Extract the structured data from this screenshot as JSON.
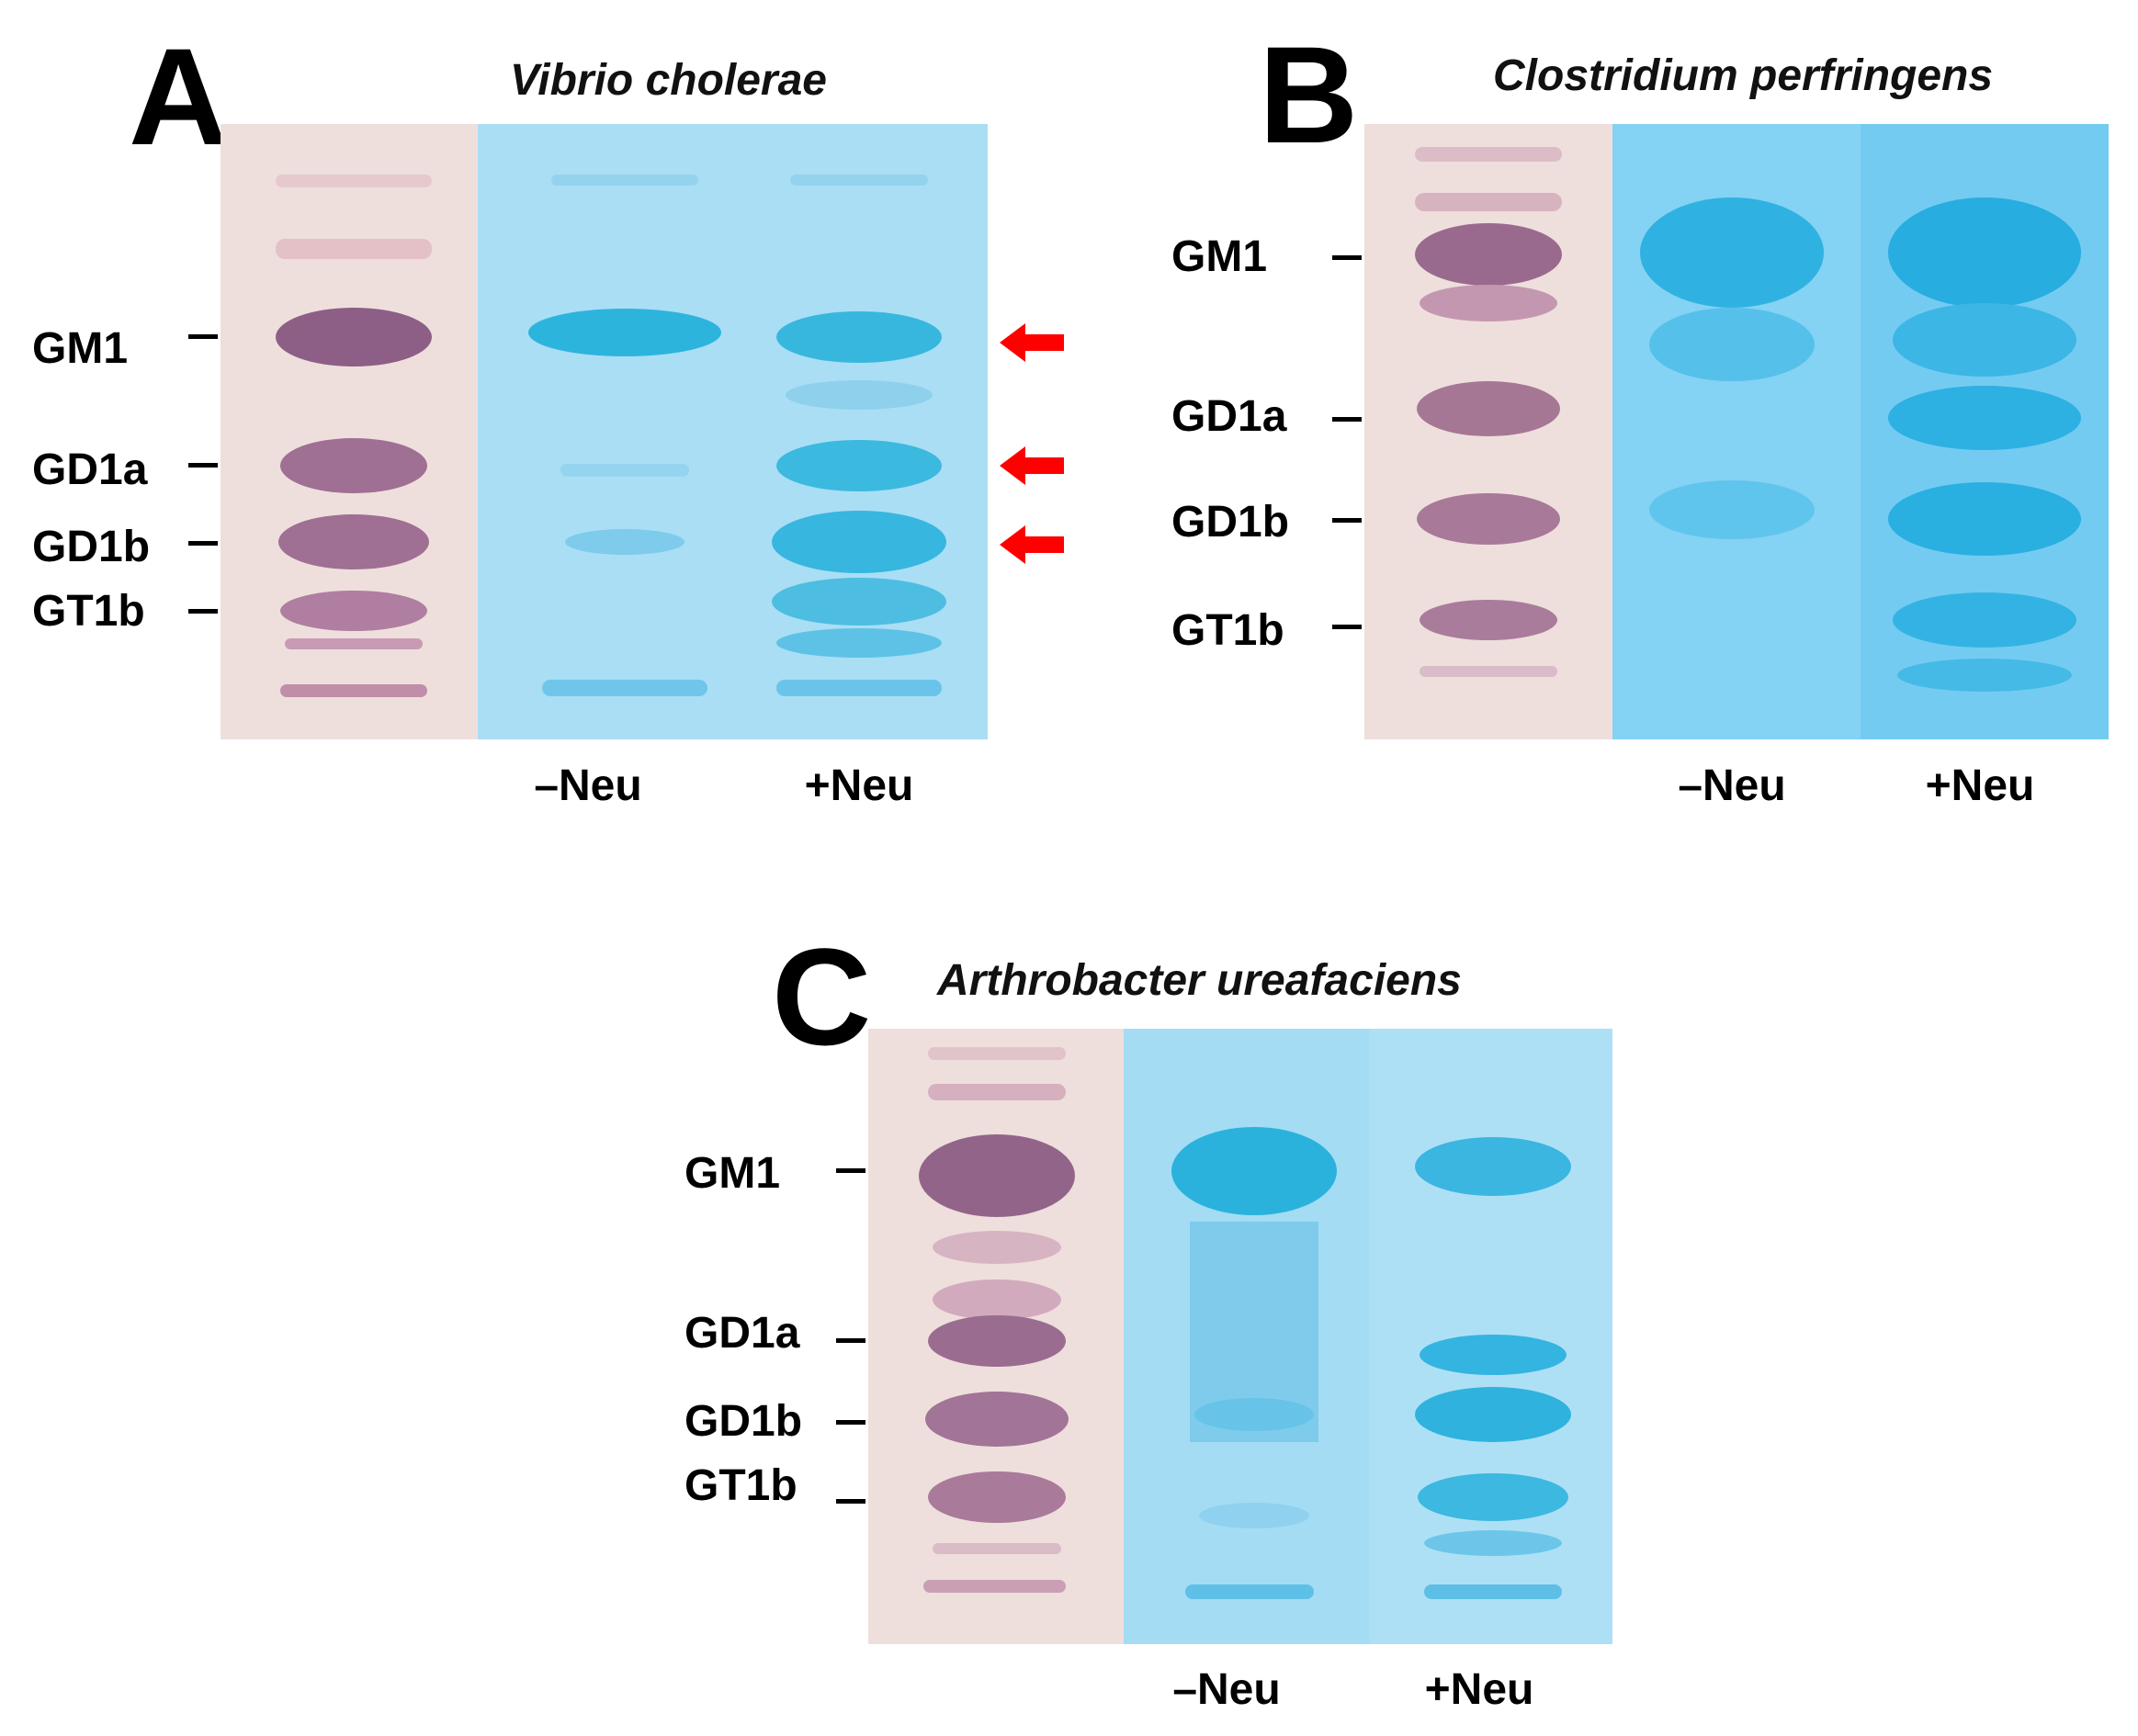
{
  "colors": {
    "ladder_bg": "#eedfdc",
    "ladder_band": "#9a6a8e",
    "blot_bg": "#a6ddf4",
    "blot_band": "#2bb3dc",
    "arrow": "#ff0000"
  },
  "panels": [
    {
      "letter": "A",
      "organism": "Vibrio cholerae",
      "band_labels": [
        "GM1",
        "GD1a",
        "GD1b",
        "GT1b"
      ],
      "lane_labels": [
        "–Neu",
        "+Neu"
      ],
      "arrow_icons": [
        "arrow-left-icon",
        "arrow-left-icon",
        "arrow-left-icon"
      ]
    },
    {
      "letter": "B",
      "organism": "Clostridium perfringens",
      "band_labels": [
        "GM1",
        "GD1a",
        "GD1b",
        "GT1b"
      ],
      "lane_labels": [
        "–Neu",
        "+Neu"
      ]
    },
    {
      "letter": "C",
      "organism": "Arthrobacter ureafaciens",
      "band_labels": [
        "GM1",
        "GD1a",
        "GD1b",
        "GT1b"
      ],
      "lane_labels": [
        "–Neu",
        "+Neu"
      ]
    }
  ]
}
